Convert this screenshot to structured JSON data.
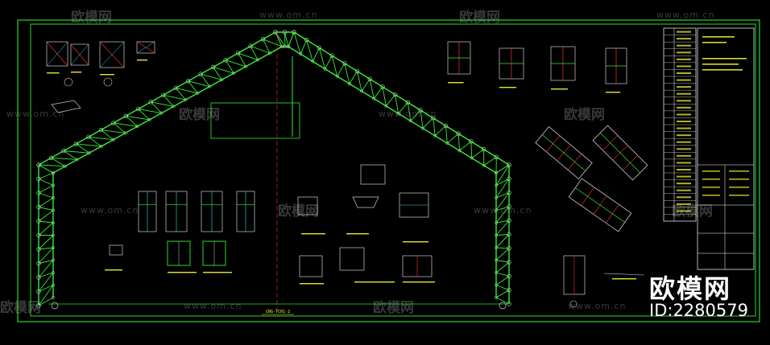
{
  "watermark": {
    "brand": "欧模网",
    "url": "www.om.cn"
  },
  "brand_logo_text": "欧模网",
  "image_id": "ID:2280579",
  "drawing": {
    "main_title": "CRG-TC01-2",
    "title_block_rows": 14,
    "colors": {
      "frame": "#2bd62b",
      "truss": "#33ee33",
      "detail": "#cccccc",
      "dim": "#ffff33",
      "accent": "#ff3333",
      "cyan": "#33dddd",
      "bg": "#000000"
    }
  }
}
